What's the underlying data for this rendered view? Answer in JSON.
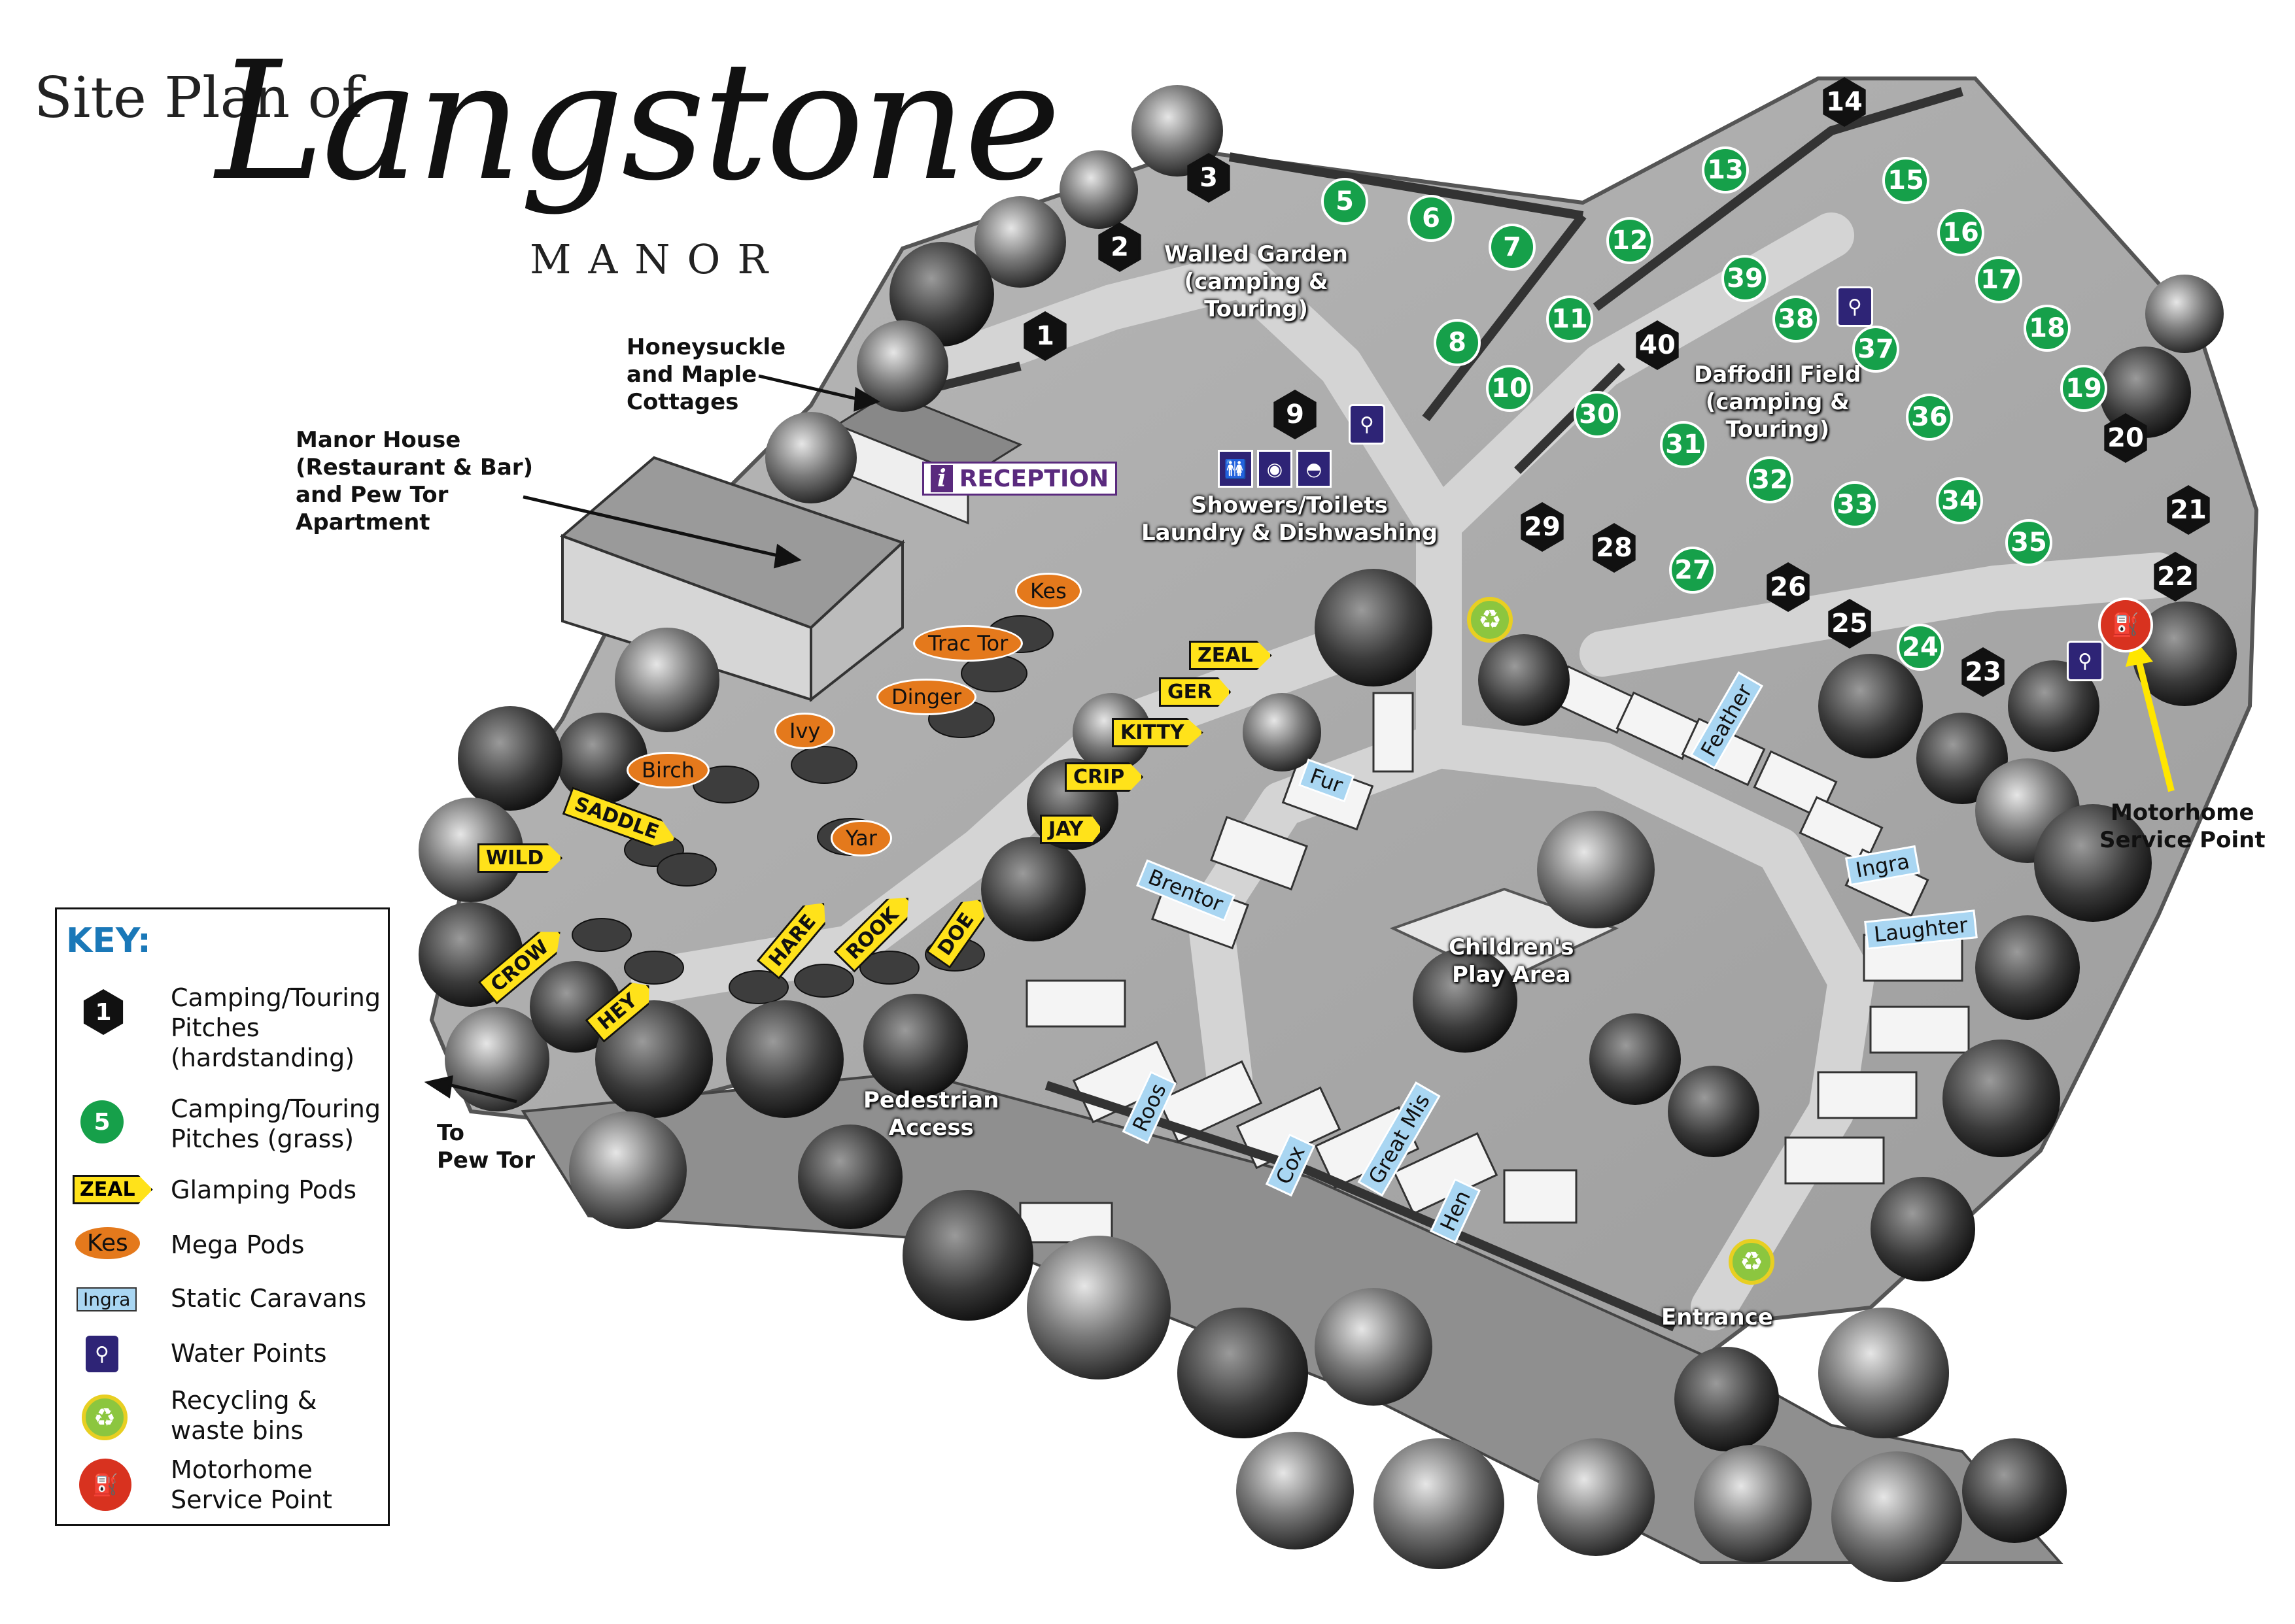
{
  "title": {
    "line1": "Site Plan of",
    "line2": "Langstone",
    "line3": "MANOR"
  },
  "labels": {
    "walled_garden": "Walled Garden\n(camping &\nTouring)",
    "daffodil_field": "Daffodil Field\n(camping &\nTouring)",
    "honeysuckle": "Honeysuckle\nand Maple\nCottages",
    "manor_house": "Manor House\n(Restaurant & Bar)\nand Pew Tor\nApartment",
    "showers": "Showers/Toilets\nLaundry & Dishwashing",
    "childrens_play": "Children's\nPlay Area",
    "pedestrian": "Pedestrian\nAccess",
    "to_pew_tor": "To\nPew Tor",
    "entrance": "Entrance",
    "motorhome_service": "Motorhome\nService Point",
    "reception": "RECEPTION",
    "reception_icon": "i"
  },
  "hardstanding_pitches": [
    "1",
    "2",
    "3",
    "9",
    "14",
    "20",
    "21",
    "22",
    "23",
    "25",
    "26",
    "28",
    "29",
    "40"
  ],
  "grass_pitches": [
    "5",
    "6",
    "7",
    "8",
    "10",
    "11",
    "12",
    "13",
    "15",
    "16",
    "17",
    "18",
    "19",
    "24",
    "27",
    "30",
    "31",
    "32",
    "33",
    "34",
    "35",
    "36",
    "37",
    "38",
    "39"
  ],
  "glamping_pods": [
    "ZEAL",
    "GER",
    "KITTY",
    "CRIP",
    "JAY",
    "SADDLE",
    "WILD",
    "CROW",
    "HEY",
    "HARE",
    "ROOK",
    "DOE"
  ],
  "mega_pods": [
    "Kes",
    "Trac Tor",
    "Dinger",
    "Ivy",
    "Birch",
    "Yar"
  ],
  "static_caravans": [
    "Fur",
    "Feather",
    "Brentor",
    "Ingra",
    "Laughter",
    "Roos",
    "Cox",
    "Great Mis",
    "Hen"
  ],
  "icons": {
    "water_point": "water-tap-icon",
    "recycling": "recycling-icon",
    "motorhome_service": "motorhome-service-icon",
    "facilities": [
      "toilets-icon",
      "washing-machine-icon",
      "dishwashing-icon"
    ]
  },
  "colors": {
    "hardstanding": "#111111",
    "grass": "#16a04a",
    "glamping": "#ffe21a",
    "mega": "#e4791c",
    "static": "#a9d6f2",
    "water": "#2e2476",
    "recycling": "#8cc63f",
    "service": "#d8321f",
    "key_title": "#1a78b8",
    "arrow": "#ffe600"
  },
  "key": {
    "title": "KEY:",
    "items": [
      {
        "icon": "1",
        "text": "Camping/Touring\n  Pitches\n  (hardstanding)"
      },
      {
        "icon": "5",
        "text": "Camping/Touring\n  Pitches (grass)"
      },
      {
        "icon": "ZEAL",
        "text": "Glamping Pods"
      },
      {
        "icon": "Kes",
        "text": "Mega Pods"
      },
      {
        "icon": "Ingra",
        "text": "Static Caravans"
      },
      {
        "icon": "tap",
        "text": "Water Points"
      },
      {
        "icon": "recycle",
        "text": "Recycling &\n  waste bins"
      },
      {
        "icon": "service",
        "text": "Motorhome\n  Service Point"
      }
    ]
  }
}
